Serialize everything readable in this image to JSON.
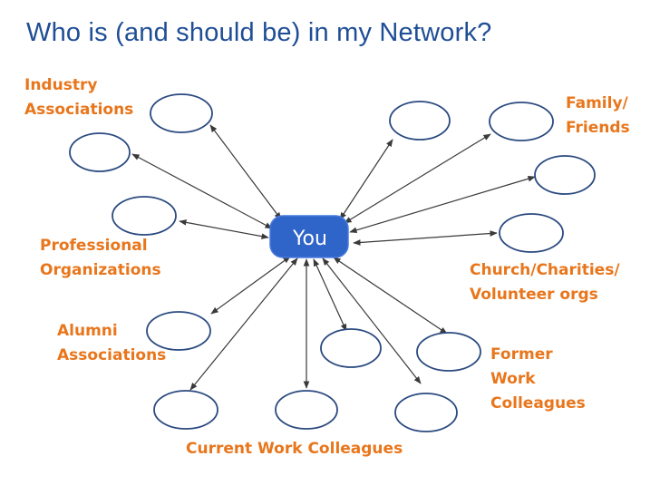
{
  "title": "Who is (and should be) in my Network?",
  "center_label": "You",
  "categories": {
    "industry": [
      "Industry",
      "Associations"
    ],
    "family": [
      "Family/",
      "Friends"
    ],
    "professional": [
      "Professional",
      "Organizations"
    ],
    "church": [
      "Church/Charities/",
      "Volunteer orgs"
    ],
    "alumni": [
      "Alumni",
      "Associations"
    ],
    "former": [
      "Former",
      "Work",
      "Colleagues"
    ],
    "current": [
      "Current Work Colleagues"
    ]
  },
  "colors": {
    "title": "#1f4e96",
    "label": "#e8761c",
    "node_stroke": "#2b4a80",
    "center_fill": "#2f64c8",
    "arrow": "#3a3a3a"
  }
}
